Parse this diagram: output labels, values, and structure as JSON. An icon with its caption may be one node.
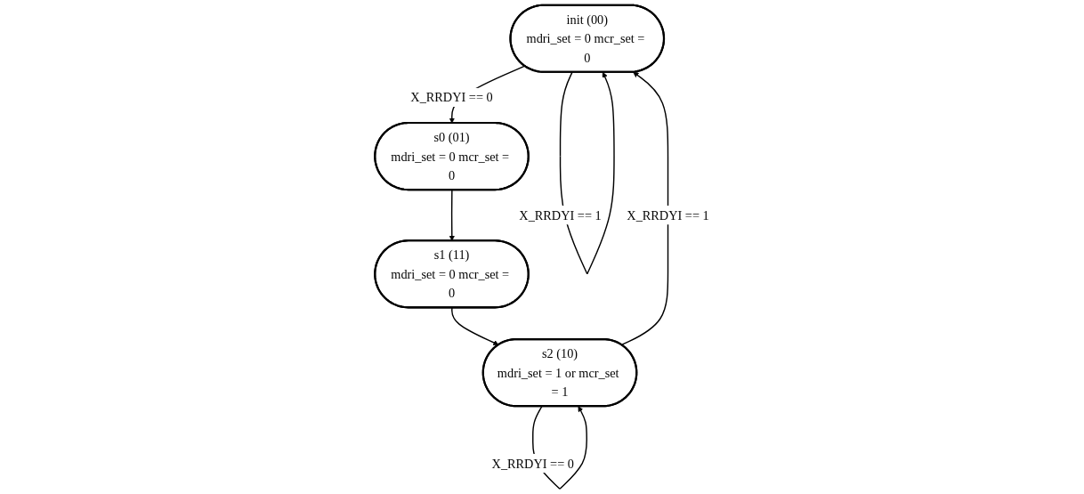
{
  "diagram": {
    "nodes": [
      {
        "text": [
          "init (00)",
          "mdri_set = 0 mcr_set = 0"
        ]
      },
      {
        "text": [
          "s0 (01)",
          "mdri_set = 0 mcr_set = 0"
        ]
      },
      {
        "text": [
          "s1 (11)",
          "mdri_set = 0 mcr_set = 0"
        ]
      },
      {
        "text": [
          "s2 (10)",
          "mdri_set = 1 or mcr_set = 1"
        ]
      }
    ],
    "edges": [
      {
        "from": 0,
        "to": 0,
        "arrow": "to",
        "label": "X_RRDYI == 1"
      },
      {
        "from": 0,
        "to": 1,
        "arrow": "to",
        "label": "X_RRDYI == 0"
      },
      {
        "from": 1,
        "to": 2,
        "arrow": "to"
      },
      {
        "from": 2,
        "to": 3,
        "arrow": "to"
      },
      {
        "from": 3,
        "to": 3,
        "arrow": "to",
        "label": "X_RRDYI == 0"
      },
      {
        "from": 3,
        "to": 0,
        "arrow": "to",
        "label": "X_RRDYI == 1"
      }
    ]
  }
}
